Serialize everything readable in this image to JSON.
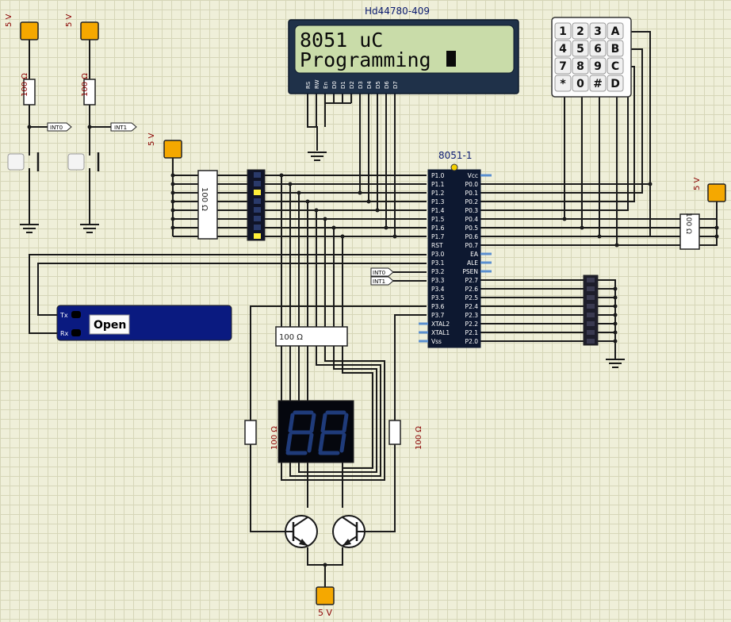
{
  "lcd": {
    "title": "Hd44780-409",
    "line1": "8051 uC",
    "line2": "Programming",
    "pins": [
      "RS",
      "RW",
      "En",
      "D0",
      "D1",
      "D2",
      "D3",
      "D4",
      "D5",
      "D6",
      "D7"
    ]
  },
  "mcu": {
    "title": "8051-1",
    "left_pins": [
      "P1.0",
      "P1.1",
      "P1.2",
      "P1.3",
      "P1.4",
      "P1.5",
      "P1.6",
      "P1.7",
      "RST",
      "P3.0",
      "P3.1",
      "P3.2",
      "P3.3",
      "P3.4",
      "P3.5",
      "P3.6",
      "P3.7",
      "XTAL2",
      "XTAL1",
      "Vss"
    ],
    "right_pins": [
      "Vcc",
      "P0.0",
      "P0.1",
      "P0.2",
      "P0.3",
      "P0.4",
      "P0.5",
      "P0.6",
      "P0.7",
      "EA",
      "ALE",
      "PSEN",
      "P2.7",
      "P2.6",
      "P2.5",
      "P2.4",
      "P2.3",
      "P2.2",
      "P2.1",
      "P2.0"
    ]
  },
  "keypad": {
    "keys": [
      "1",
      "2",
      "3",
      "A",
      "4",
      "5",
      "6",
      "B",
      "7",
      "8",
      "9",
      "C",
      "*",
      "0",
      "#",
      "D"
    ]
  },
  "labels": {
    "v5": "5 V",
    "r100": "100 Ω",
    "int0": "INT0",
    "int1": "INT1",
    "tx": "Tx",
    "rx": "Rx",
    "open": "Open"
  },
  "colors": {
    "background": "#efefd9",
    "grid": "#d6d6b8",
    "source": "#f5a800",
    "lcd_screen": "#c9dca9",
    "lcd_frame": "#1f3149",
    "mcu": "#0d1830",
    "serial": "#0a1a80"
  }
}
